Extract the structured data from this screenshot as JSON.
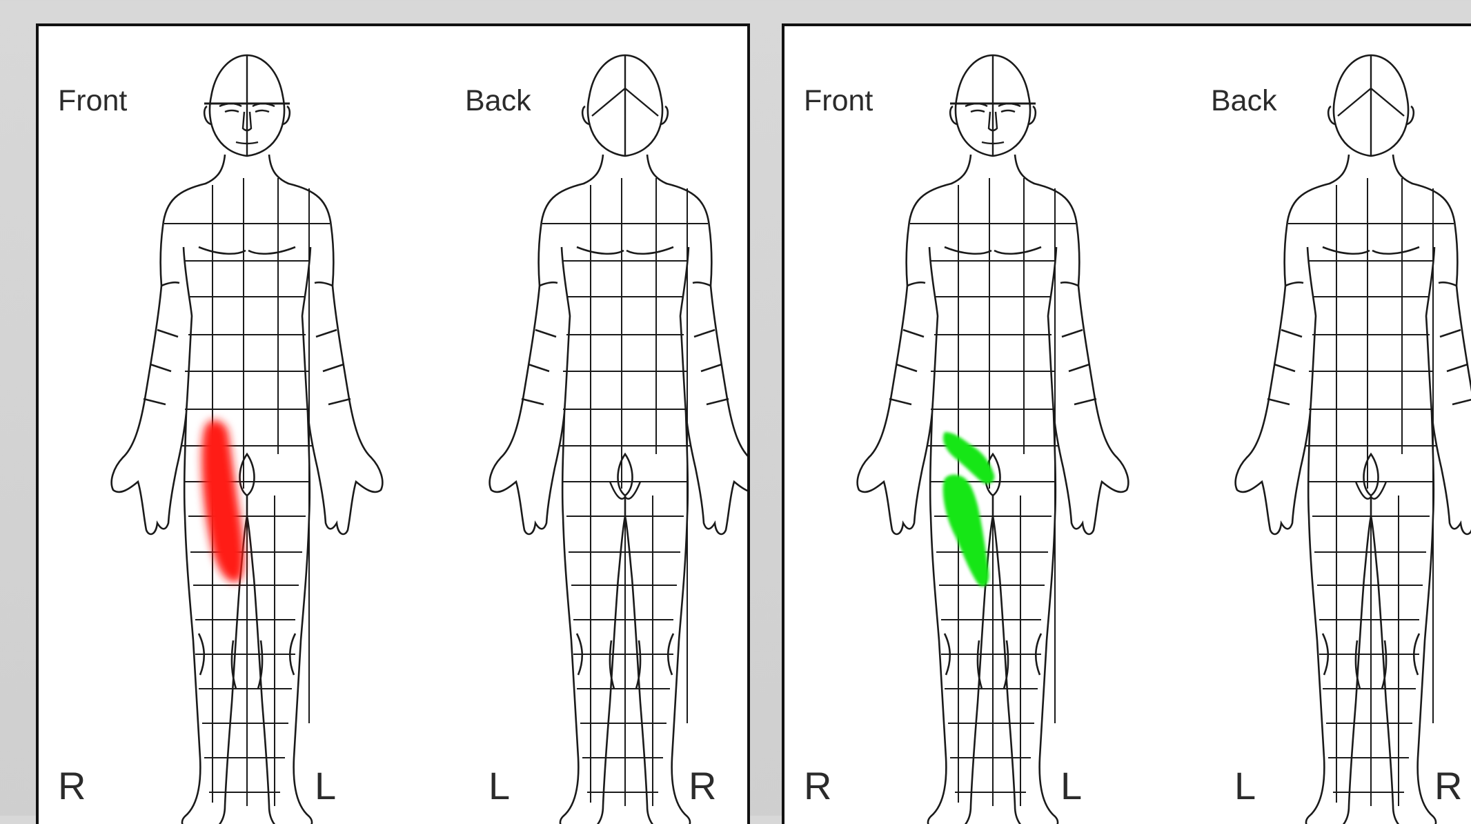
{
  "panels": [
    {
      "id": "left",
      "front_label": "Front",
      "back_label": "Back",
      "front_side_left": "R",
      "front_side_right": "L",
      "back_side_left": "L",
      "back_side_right": "R",
      "highlight": {
        "shape": "single-band",
        "view": "front",
        "region": "right anterior thigh",
        "color": "#ff1a12"
      }
    },
    {
      "id": "right",
      "front_label": "Front",
      "back_label": "Back",
      "front_side_left": "R",
      "front_side_right": "L",
      "back_side_left": "L",
      "back_side_right": "R",
      "highlight": {
        "shape": "two-bands",
        "view": "front",
        "region": "right groin and anterior thigh",
        "color": "#14e614"
      }
    }
  ]
}
